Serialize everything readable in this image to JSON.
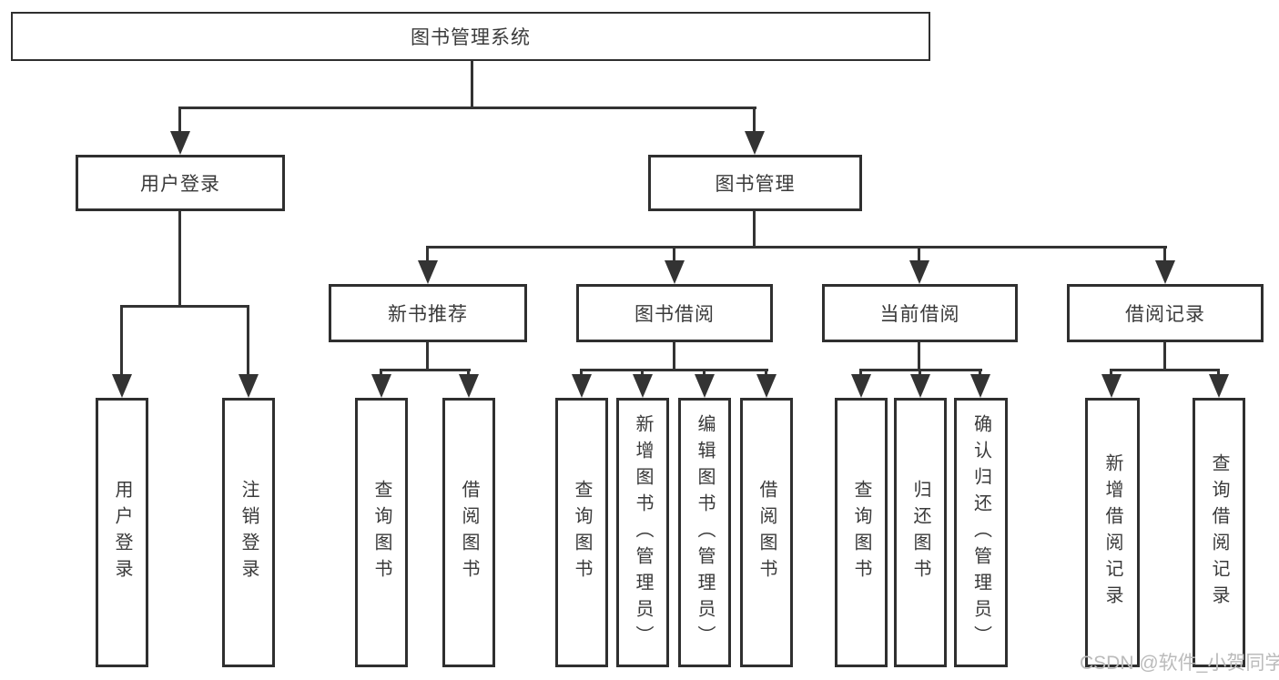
{
  "diagram": {
    "root": "图书管理系统",
    "level2": [
      "用户登录",
      "图书管理"
    ],
    "level3": [
      "新书推荐",
      "图书借阅",
      "当前借阅",
      "借阅记录"
    ],
    "leaves": {
      "user_login": [
        "用户登录",
        "注销登录"
      ],
      "new_book_recommend": [
        "查询图书",
        "借阅图书"
      ],
      "book_borrow": [
        "查询图书",
        "新增图书（管理员）",
        "编辑图书（管理员）",
        "借阅图书"
      ],
      "current_borrow": [
        "查询图书",
        "归还图书",
        "确认归还（管理员）"
      ],
      "borrow_record": [
        "新增借阅记录",
        "查询借阅记录"
      ]
    }
  },
  "watermark": "CSDN @软件_小贺同学",
  "colors": {
    "line": "#333333",
    "border": "#2f2f2f",
    "text": "#3a3a3a",
    "background": "#ffffff",
    "watermark": "#bbbbbb"
  }
}
